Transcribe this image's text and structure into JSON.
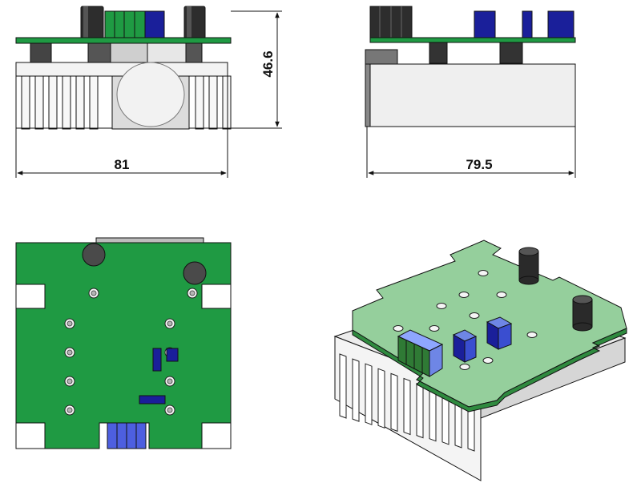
{
  "dimensions": {
    "front_width": "81",
    "front_height": "46.6",
    "side_width": "79.5"
  },
  "colors": {
    "pcb_green": "#1f9a43",
    "pcb_light_green": "#93c99a",
    "capacitor_dark": "#2e2e2e",
    "component_blue": "#1a1f9a",
    "component_light_blue": "#6e86e6",
    "heatsink_white": "#f1f1f1",
    "outline": "#1c1c1c"
  },
  "views": [
    "front-elevation",
    "side-elevation",
    "top-plan",
    "isometric"
  ]
}
